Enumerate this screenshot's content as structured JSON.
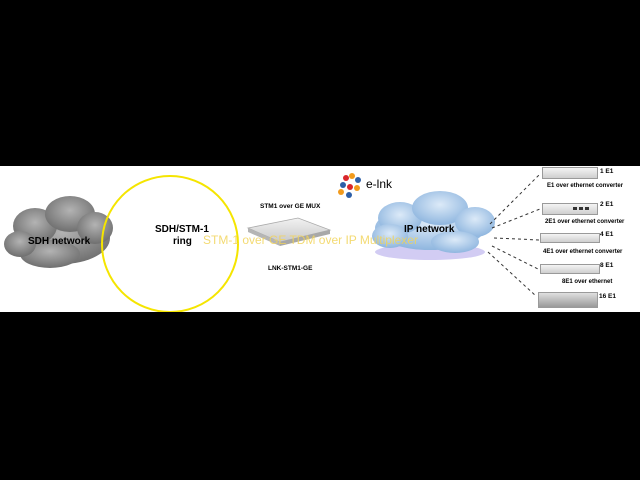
{
  "diagram": {
    "brand": "e-lnk",
    "sdh_network": "SDH network",
    "ring_line1": "SDH/STM-1",
    "ring_line2": "ring",
    "mux_title": "STM1 over GE MUX",
    "mux_model": "LNK-STM1-GE",
    "ip_network": "IP network",
    "overlay_caption": "STM-1 over GE TDM over IP Multiplexer",
    "devices": [
      {
        "count": "1 E1",
        "name": "E1 over ethernet converter"
      },
      {
        "count": "2 E1",
        "name": "2E1 over ethernet converter"
      },
      {
        "count": "4 E1",
        "name": "4E1 over ethernet converter"
      },
      {
        "count": "8 E1",
        "name": "8E1 over ethernet"
      },
      {
        "count": "16 E1",
        "name": ""
      }
    ]
  },
  "colors": {
    "ring": "#f5e500",
    "cloud_gray": "#8a8a8a",
    "cloud_blue": "#a9c8e8",
    "caption": "#f2d45a",
    "background": "#000000"
  }
}
